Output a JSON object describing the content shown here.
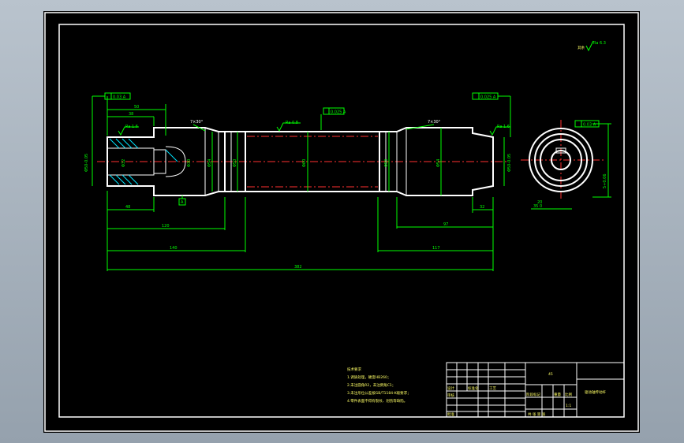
{
  "sheet": {
    "border_color": "#ffffff",
    "line_color": "#00ff00",
    "center_color": "#ff3030",
    "hatch_color": "#00e5ff"
  },
  "dims": {
    "d_main": "Φ60",
    "d_left_a": "Φ54",
    "d_left_b": "Φ50",
    "d_right_a": "Φ50",
    "d_right_b": "Φ54",
    "d_bore": "Φ32",
    "d_counter": "Φ30",
    "d_left_end": "Φ50-0.05",
    "d_right_end": "Φ50-0.05",
    "len_bore": "48",
    "len_step": "38",
    "len_50": "50",
    "len_120": "120",
    "len_140": "140",
    "len_total": "382",
    "len_right_97": "97",
    "len_right_117": "117",
    "len_right_32": "32",
    "key_width": "20",
    "key_depth": "35 0",
    "key_height": "5+0.06"
  },
  "symbols": {
    "chamfer_left": "7×30°",
    "chamfer_right": "7×30°",
    "datum": "A",
    "gtol_left": "0.03 A",
    "gtol_mid": "0.025 A",
    "gtol_right": "0.025 A",
    "gtol_key": "0.03 A",
    "rough_default": "Ra 6.3",
    "rough_mid": "Ra 0.8",
    "rough_left": "Ra 1.6",
    "rough_right": "Ra 1.6",
    "rough_corner_label": "其余"
  },
  "notes": {
    "heading": "技术要求",
    "items": [
      "1.调质处理，硬度HB260；",
      "2.未注圆角R2，未注倒角C1；",
      "3.未注形位公差按GB/T1184-K级要求；",
      "4.零件表面不得有裂纹、划伤等缺陷。"
    ]
  },
  "title_block": {
    "material": "45",
    "part_name": "驱动轴传动杆",
    "scale": "1:1",
    "designer": "设计",
    "checker": "审核",
    "standard": "标准化",
    "process": "工艺",
    "approve": "批准",
    "stage": "阶段标记",
    "weight": "重量",
    "ratio": "比例",
    "sheet": "共 张 第 张"
  }
}
